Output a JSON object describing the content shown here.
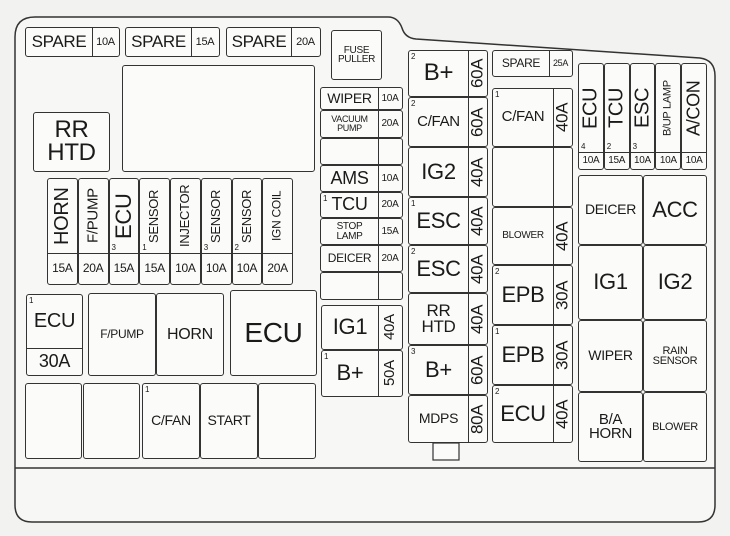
{
  "title": "Engine compartment fuse panel",
  "fuses": {
    "spare10": {
      "label": "SPARE",
      "amp": "10A"
    },
    "spare15": {
      "label": "SPARE",
      "amp": "15A"
    },
    "spare20": {
      "label": "SPARE",
      "amp": "20A"
    },
    "puller": {
      "label": "FUSE\nPULLER"
    },
    "rr_htd_relay": {
      "label": "RR\nHTD"
    },
    "v_horn": {
      "label": "HORN",
      "amp": "15A"
    },
    "v_fpump": {
      "label": "F/PUMP",
      "amp": "20A"
    },
    "v_ecu3": {
      "label": "ECU",
      "amp": "15A",
      "sub": "3"
    },
    "v_sensor1": {
      "label": "SENSOR",
      "amp": "15A",
      "sub": "1"
    },
    "v_injector": {
      "label": "INJECTOR",
      "amp": "10A"
    },
    "v_sensor3": {
      "label": "SENSOR",
      "amp": "10A",
      "sub": "3"
    },
    "v_sensor2": {
      "label": "SENSOR",
      "amp": "10A",
      "sub": "2"
    },
    "v_igncoil": {
      "label": "IGN COIL",
      "amp": "20A"
    },
    "m_wiper": {
      "label": "WIPER",
      "amp": "10A"
    },
    "m_vacuum": {
      "label": "VACUUM\nPUMP",
      "amp": "20A"
    },
    "m_ams": {
      "label": "AMS",
      "amp": "10A"
    },
    "m_tcu": {
      "label": "TCU",
      "amp": "20A",
      "sub": "1"
    },
    "m_stoplamp": {
      "label": "STOP\nLAMP",
      "amp": "15A"
    },
    "m_deicer": {
      "label": "DEICER",
      "amp": "20A"
    },
    "ig1_fuse": {
      "label": "IG1",
      "amp": "40A"
    },
    "bplus1": {
      "label": "B+",
      "amp": "50A",
      "sub": "1"
    },
    "bplus2": {
      "label": "B+",
      "amp": "60A",
      "sub": "2"
    },
    "cfan2": {
      "label": "C/FAN",
      "amp": "60A",
      "sub": "2"
    },
    "ig2_fuse": {
      "label": "IG2",
      "amp": "40A"
    },
    "esc1": {
      "label": "ESC",
      "amp": "40A",
      "sub": "1"
    },
    "esc2": {
      "label": "ESC",
      "amp": "40A",
      "sub": "2"
    },
    "rrhtd_fuse": {
      "label": "RR\nHTD",
      "amp": "40A"
    },
    "bplus3": {
      "label": "B+",
      "amp": "60A",
      "sub": "3"
    },
    "mdps": {
      "label": "MDPS",
      "amp": "80A"
    },
    "spare25": {
      "label": "SPARE",
      "amp": "25A"
    },
    "cfan1": {
      "label": "C/FAN",
      "amp": "40A",
      "sub": "1"
    },
    "blower_fuse": {
      "label": "BLOWER",
      "amp": "40A"
    },
    "epb2": {
      "label": "EPB",
      "amp": "30A",
      "sub": "2"
    },
    "epb1": {
      "label": "EPB",
      "amp": "30A",
      "sub": "1"
    },
    "ecu2": {
      "label": "ECU",
      "amp": "40A",
      "sub": "2"
    },
    "r_ecu4": {
      "label": "ECU",
      "amp": "10A",
      "sub": "4"
    },
    "r_tcu2": {
      "label": "TCU",
      "amp": "15A",
      "sub": "2"
    },
    "r_esc3": {
      "label": "ESC",
      "amp": "10A",
      "sub": "3"
    },
    "r_buplamp": {
      "label": "B/UP LAMP",
      "amp": "10A"
    },
    "r_acon": {
      "label": "A/CON",
      "amp": "10A"
    },
    "relay_deicer": {
      "label": "DEICER"
    },
    "relay_acc": {
      "label": "ACC"
    },
    "relay_ig1": {
      "label": "IG1"
    },
    "relay_ig2": {
      "label": "IG2"
    },
    "relay_wiper": {
      "label": "WIPER"
    },
    "relay_rain": {
      "label": "RAIN\nSENSOR"
    },
    "relay_bahorn": {
      "label": "B/A\nHORN"
    },
    "relay_blower": {
      "label": "BLOWER"
    },
    "ecu1": {
      "label": "ECU",
      "amp": "30A",
      "sub": "1"
    },
    "relay_fpump": {
      "label": "F/PUMP"
    },
    "relay_horn": {
      "label": "HORN"
    },
    "relay_ecu": {
      "label": "ECU"
    },
    "relay_cfan1": {
      "label": "C/FAN",
      "sub": "1"
    },
    "relay_start": {
      "label": "START"
    }
  }
}
